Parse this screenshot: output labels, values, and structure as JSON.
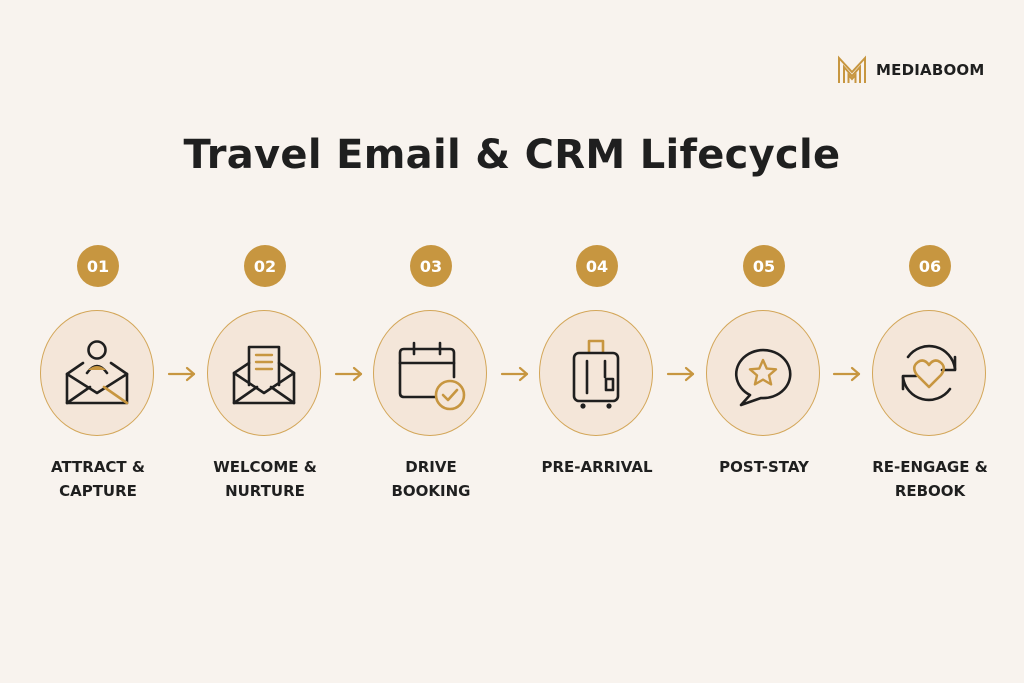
{
  "brand": {
    "name": "MEDIABOOM",
    "accent_color": "#c79640"
  },
  "title": "Travel Email & CRM Lifecycle",
  "steps": [
    {
      "number": "01",
      "label": "ATTRACT &\nCAPTURE",
      "icon": "envelope-person-icon"
    },
    {
      "number": "02",
      "label": "WELCOME &\nNURTURE",
      "icon": "open-envelope-letter-icon"
    },
    {
      "number": "03",
      "label": "DRIVE\nBOOKING",
      "icon": "calendar-check-icon"
    },
    {
      "number": "04",
      "label": "PRE-ARRIVAL",
      "icon": "suitcase-icon"
    },
    {
      "number": "05",
      "label": "POST-STAY",
      "icon": "speech-bubble-star-icon"
    },
    {
      "number": "06",
      "label": "RE-ENGAGE &\nREBOOK",
      "icon": "heart-refresh-icon"
    }
  ]
}
